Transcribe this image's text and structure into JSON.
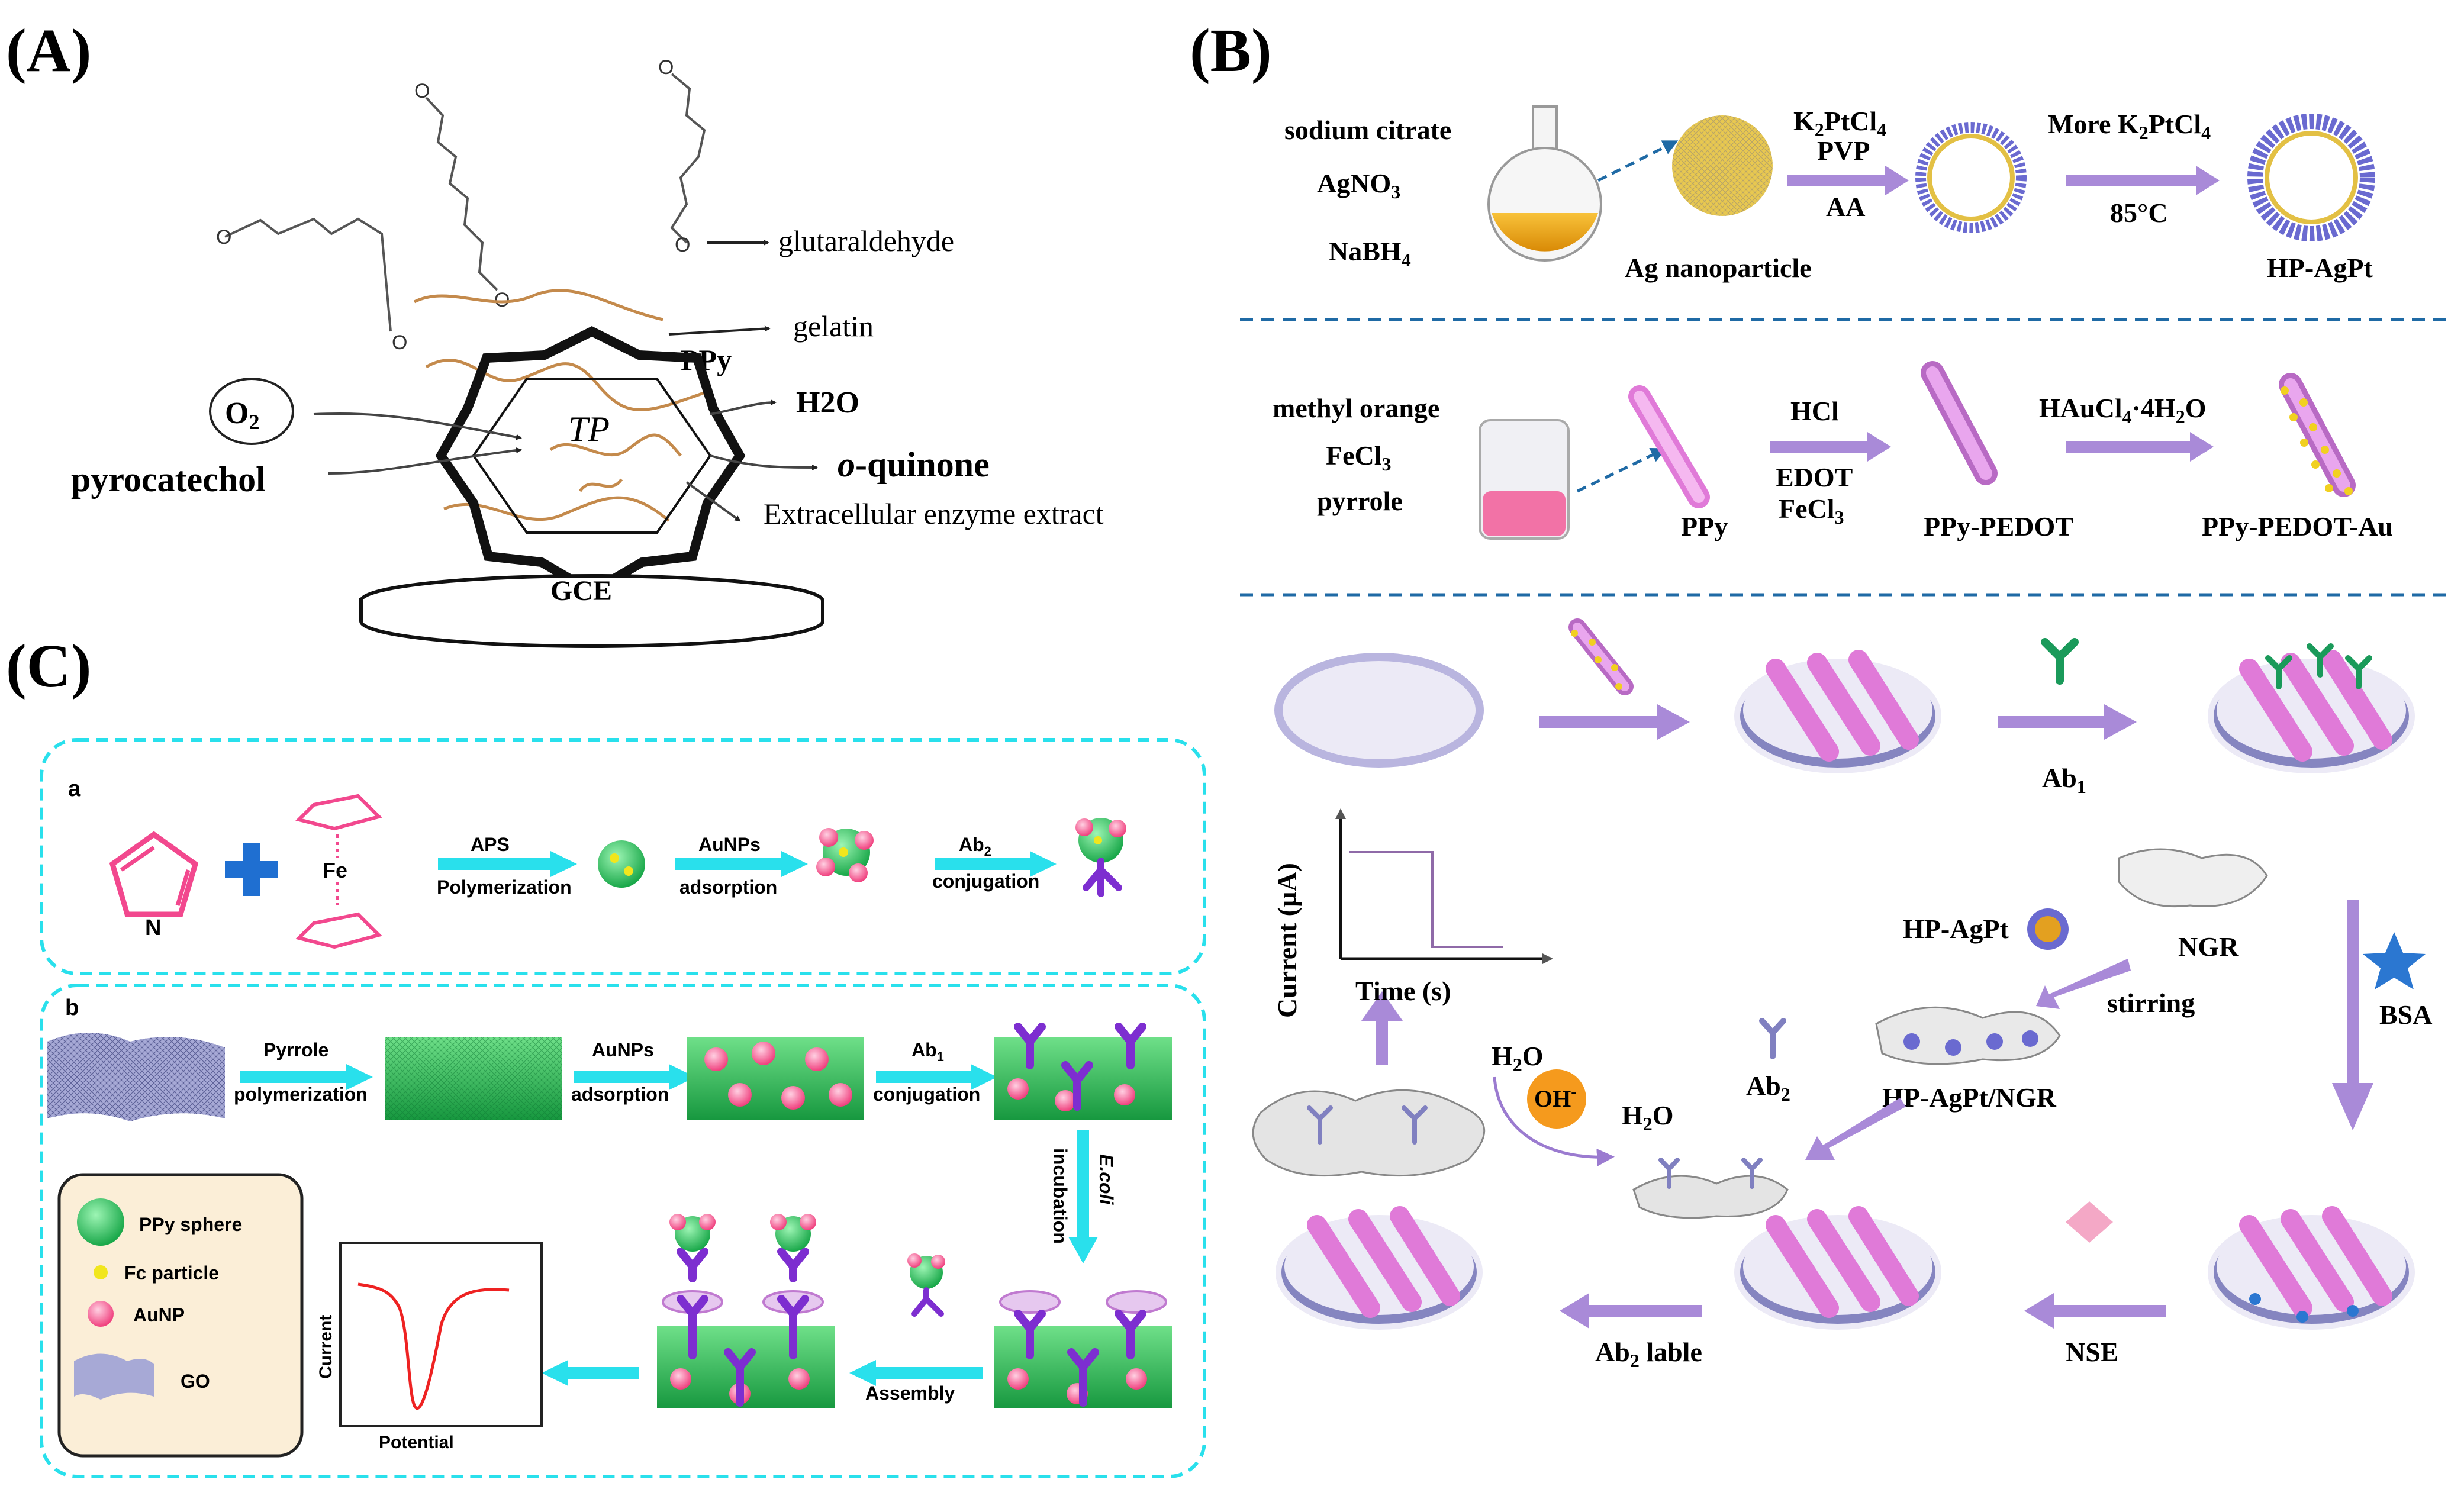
{
  "panels": {
    "A": {
      "label": "(A)",
      "o2": "O",
      "o2_sub": "2",
      "pyrocatechol": "pyrocatechol",
      "glutaraldehyde": "glutaraldehyde",
      "gelatin": "gelatin",
      "ppy": "PPy",
      "h2o": "H2O",
      "oquinone_prefix": "o",
      "oquinone_rest": "-quinone",
      "enzyme": "Extracellular enzyme extract",
      "tp": "TP",
      "gce": "GCE"
    },
    "B": {
      "label": "(B)",
      "reagents1": [
        "sodium citrate",
        "AgNO",
        "NaBH"
      ],
      "agno_sub": "3",
      "nabh_sub": "4",
      "ag_np": "Ag nanoparticle",
      "k2ptcl4": "K",
      "k2_sub": "2",
      "ptcl": "PtCl",
      "ptcl_sub": "4",
      "pvp": "PVP",
      "aa": "AA",
      "more": "More  K",
      "temp": "85°C",
      "hpagpt": "HP-AgPt",
      "reagents2": [
        "methyl orange",
        "FeCl",
        "pyrrole"
      ],
      "fecl_sub": "3",
      "ppy": "PPy",
      "hcl": "HCl",
      "edot": "EDOT",
      "fecl3b": "FeCl",
      "ppy_pedot": "PPy-PEDOT",
      "haucl": "HAuCl",
      "haucl_sub": "4",
      "haucl_rest": "·4H",
      "h2o_sub": "2",
      "haucl_o": "O",
      "ppy_pedot_au": "PPy-PEDOT-Au",
      "ab1": "Ab",
      "ab1_sub": "1",
      "bsa": "BSA",
      "nse": "NSE",
      "ab2_lable": "Ab",
      "ab2_lable_sub": "2",
      "ab2_lable_rest": " lable",
      "current_axis": "Current (µA)",
      "time_axis": "Time (s)",
      "hp_agpt2": "HP-AgPt",
      "ngr": "NGR",
      "stirring": "stirring",
      "hp_agpt_ngr": "HP-AgPt/NGR",
      "h2o2": "H",
      "h2o2_sub": "2",
      "h2o2_o": "O",
      "oh": "OH",
      "oh_sup": "-",
      "h2o_b": "H",
      "h2o_b_sub": "2",
      "h2o_b_o": "O",
      "ab2": "Ab",
      "ab2_sub": "2"
    },
    "C": {
      "label": "(C)",
      "a": "a",
      "b": "b",
      "fe": "Fe",
      "n": "N",
      "aps": "APS",
      "polymerization": "Polymerization",
      "aunps": "AuNPs",
      "adsorption": "adsorption",
      "ab2": "Ab",
      "ab2_sub": "2",
      "conjugation": "conjugation",
      "pyrrole": "Pyrrole",
      "polymerization_b": "polymerization",
      "aunps_b": "AuNPs",
      "adsorption_b": "adsorption",
      "ab1": "Ab",
      "ab1_sub": "1",
      "conjugation_b": "conjugation",
      "ecoli": "E.coli",
      "incubation": "incubation",
      "assembly": "Assembly",
      "current": "Current",
      "potential": "Potential",
      "legend": [
        "PPy sphere",
        "Fc particle",
        "AuNP",
        "GO"
      ]
    }
  },
  "colors": {
    "arrow_purple": "#a98ad8",
    "cyan": "#29e0ec",
    "dash_blue": "#1f6aa5",
    "pink": "#f2488e",
    "green": "#36c46b",
    "yellow": "#f1e61d",
    "purple_ab": "#7d2ed0"
  }
}
